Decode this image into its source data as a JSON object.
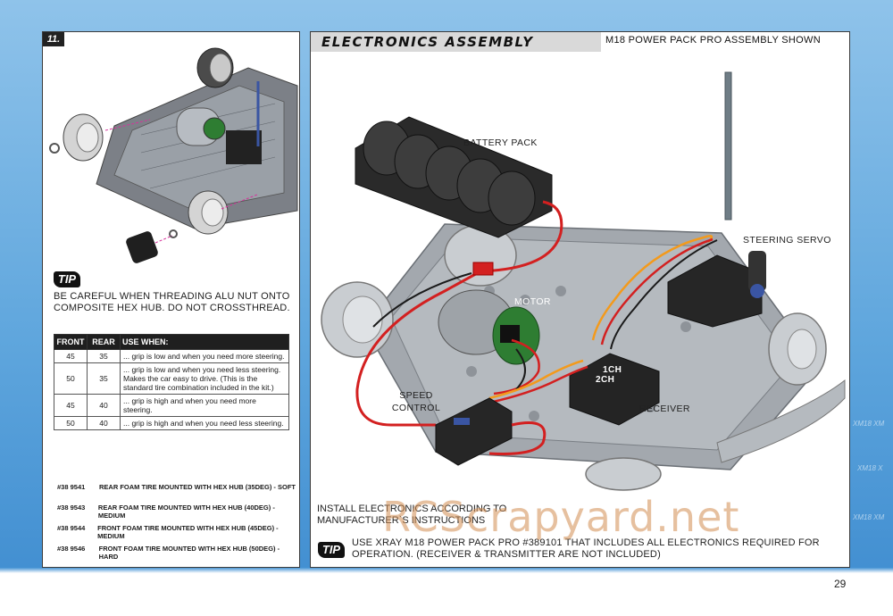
{
  "left": {
    "step": "11.",
    "tip_badge": "TIP",
    "tip_text": "BE CAREFUL WHEN THREADING ALU NUT ONTO COMPOSITE HEX HUB. DO NOT CROSSTHREAD.",
    "table": {
      "headers": [
        "FRONT",
        "REAR",
        "USE WHEN:"
      ],
      "rows": [
        {
          "front": "45",
          "rear": "35",
          "use": "... grip is low and when you need more steering."
        },
        {
          "front": "50",
          "rear": "35",
          "use": "... grip is low and when you need less steering. Makes the car easy to drive. (This is the standard tire combination included in the kit.)"
        },
        {
          "front": "45",
          "rear": "40",
          "use": "... grip is high and when you need more steering."
        },
        {
          "front": "50",
          "rear": "40",
          "use": "... grip is high and when you need less steering."
        }
      ]
    },
    "parts": [
      {
        "number": "#38 9541",
        "description": "REAR FOAM TIRE MOUNTED WITH HEX HUB (35DEG) - SOFT"
      },
      {
        "number": "#38 9543",
        "description": "REAR FOAM TIRE MOUNTED WITH HEX HUB (40DEG) - MEDIUM"
      },
      {
        "number": "#38 9544",
        "description": "FRONT FOAM TIRE MOUNTED WITH HEX HUB (45DEG) - MEDIUM"
      },
      {
        "number": "#38 9546",
        "description": "FRONT FOAM TIRE MOUNTED WITH HEX HUB (50DEG) - HARD"
      }
    ]
  },
  "right": {
    "title": "ELECTRONICS ASSEMBLY",
    "subtitle": "M18 POWER PACK PRO ASSEMBLY SHOWN",
    "labels": {
      "battery": "BATTERY PACK",
      "servo": "STEERING SERVO",
      "motor": "MOTOR",
      "speed": "SPEED CONTROL",
      "receiver": "RECEIVER",
      "ch1": "1CH",
      "ch2": "2CH"
    },
    "instruction": "INSTALL ELECTRONICS ACCORDING TO MANUFACTURER`S  INSTRUCTIONS",
    "tip_badge": "TIP",
    "tip_text": "USE XRAY M18 POWER PACK PRO #389101 THAT INCLUDES ALL ELECTRONICS  REQUIRED FOR OPERATION. (RECEIVER & TRANSMITTER ARE NOT INCLUDED)"
  },
  "page_number": "29",
  "watermark": "RCScrapyard.net",
  "colors": {
    "accent": "#3d8bcf",
    "wire_red": "#d32020",
    "wire_orange": "#f39a1c",
    "dark": "#1f1f1f"
  }
}
